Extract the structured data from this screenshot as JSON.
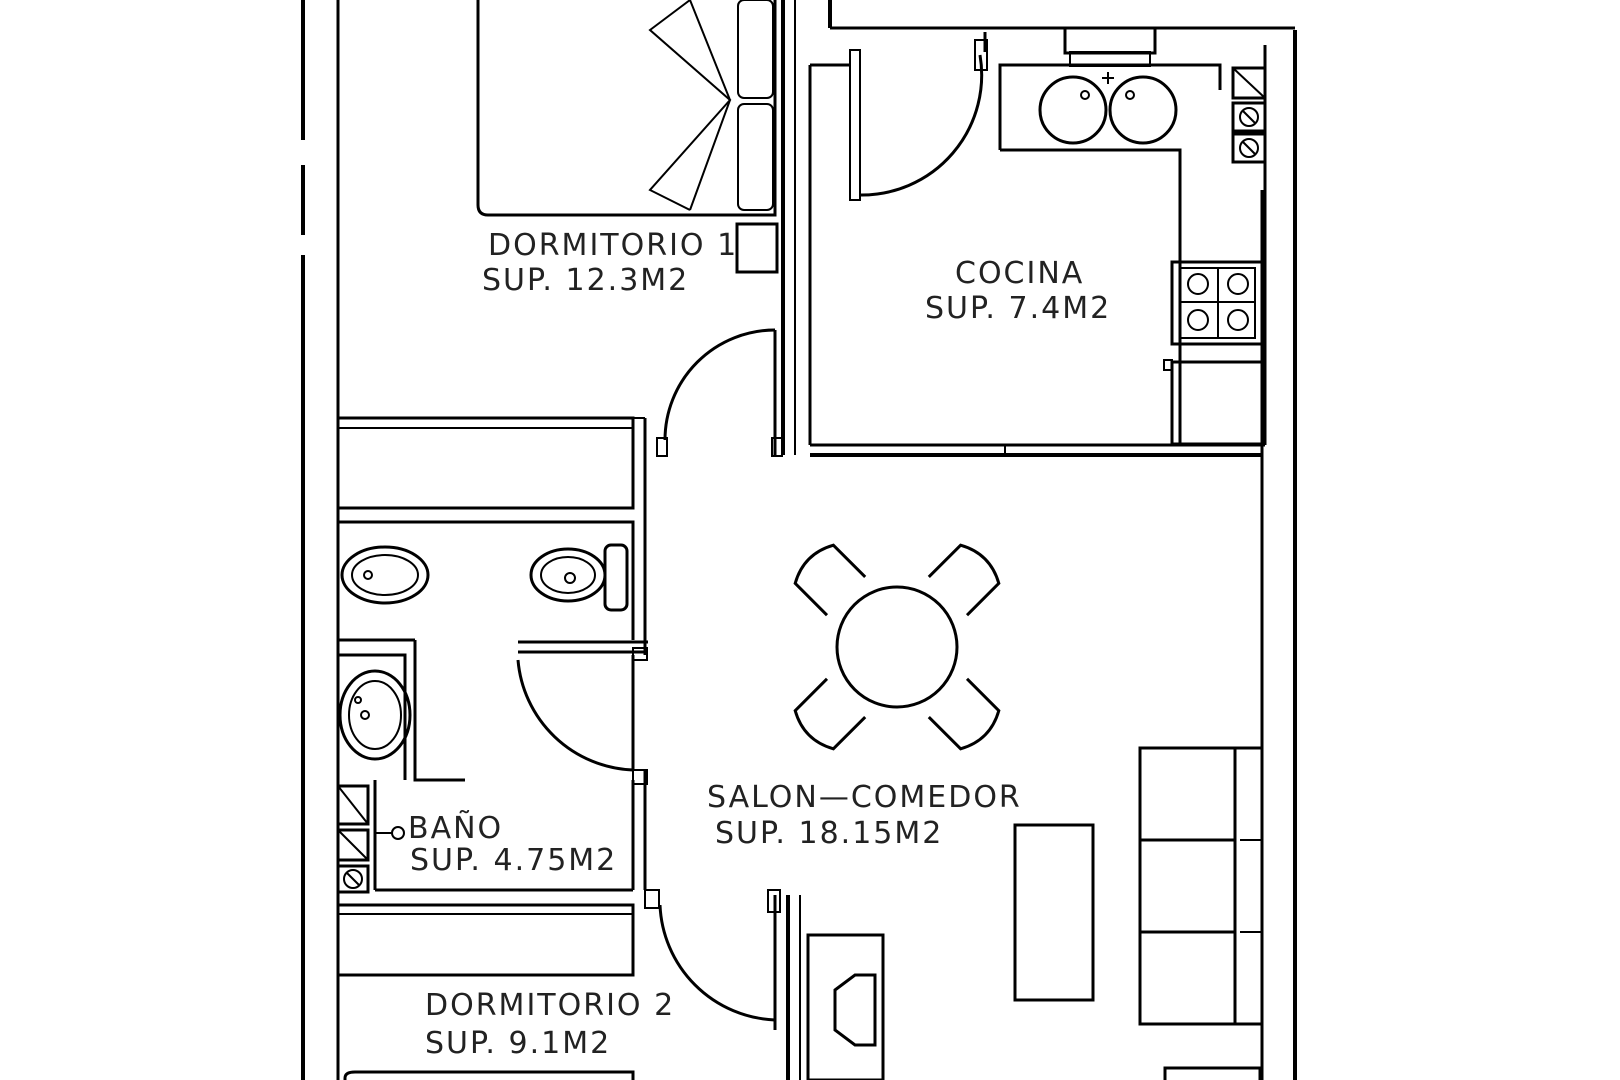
{
  "rooms": {
    "dormitorio1": {
      "name": "DORMITORIO 1",
      "area": "SUP.  12.3M2"
    },
    "cocina": {
      "name": "COCINA",
      "area": "SUP.  7.4M2"
    },
    "bano": {
      "name": "BAÑO",
      "area": "SUP.  4.75M2"
    },
    "salon": {
      "name": "SALON—COMEDOR",
      "area": "SUP.  18.15M2"
    },
    "dormitorio2": {
      "name": "DORMITORIO 2",
      "area": "SUP.  9.1M2"
    }
  },
  "colors": {
    "ink": "#000000",
    "text": "#222222",
    "background": "#ffffff"
  }
}
